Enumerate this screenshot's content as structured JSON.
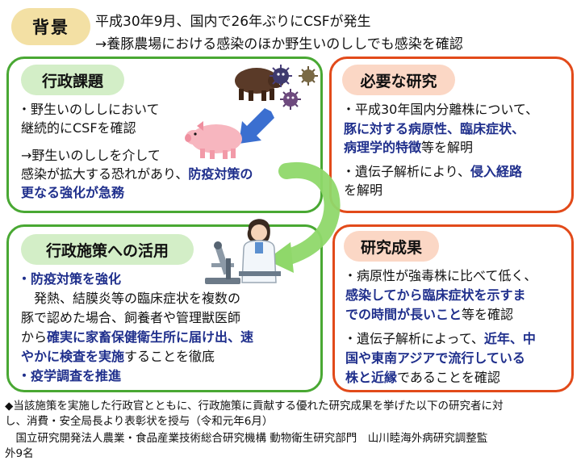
{
  "background": {
    "badge": "背景",
    "line1": "平成30年9月、国内で26年ぶりにCSFが発生",
    "line2": "→養豚農場における感染のほか野生いのししでも感染を確認"
  },
  "admin_issue": {
    "title": "行政課題",
    "l1": "・野生いのししにおいて",
    "l2": "継続的にCSFを確認",
    "l3": "→野生いのししを介して",
    "l4a": "感染が拡大する恐れがあり、",
    "l4b": "防疫対策の",
    "l5": "更なる強化が急務"
  },
  "research_needed": {
    "title": "必要な研究",
    "l1": "・平成30年国内分離株について、",
    "l2": "豚に対する病原性、臨床症状、",
    "l3a": "病理学的特徴",
    "l3b": "等を解明",
    "l4a": "・遺伝子解析により、",
    "l4b": "侵入経路",
    "l5": "を解明"
  },
  "policy_use": {
    "title": "行政施策への活用",
    "l1": "・防疫対策を強化",
    "l2": "　発熱、結膜炎等の臨床症状を複数の",
    "l3": "豚で認めた場合、飼養者や管理獣医師",
    "l4a": "から",
    "l4b": "確実に家畜保健衛生所に届け出、速",
    "l5a": "やかに検査を実施",
    "l5b": "することを徹底",
    "l6": "・疫学調査を推進"
  },
  "research_results": {
    "title": "研究成果",
    "l1": "・病原性が強毒株に比べて低く、",
    "l2": "感染してから臨床症状を示すま",
    "l3a": "での時間が長いこと",
    "l3b": "等を確認",
    "l4a": "・遺伝子解析によって、",
    "l4b": "近年、中",
    "l5": "国や東南アジアで流行している",
    "l6a": "株と近縁",
    "l6b": "であることを確認"
  },
  "footer": {
    "l1": "◆当該施策を実施した行政官とともに、行政施策に貢献する優れた研究成果を挙げた以下の研究者に対",
    "l2": "し、消費・安全局長より表彰状を授与（令和元年6月）",
    "l3": "　国立研究開発法人農業・食品産業技術総合研究機構 動物衛生研究部門　山川睦海外病研究調整監",
    "l4": "外9名"
  },
  "colors": {
    "green_border": "#49a833",
    "red_border": "#e24a1a",
    "green_pill": "#d3eec7",
    "red_pill": "#fbd7c5",
    "badge": "#f3e0a4",
    "emphasis_text": "#1f2f8c",
    "cycle_arrow": "#8fd86a"
  },
  "icons": [
    "wild-boar-icon",
    "virus-icon",
    "pig-icon",
    "blue-arrow-icon",
    "researcher-icon",
    "microscope-icon",
    "cycle-arrow-icon"
  ]
}
